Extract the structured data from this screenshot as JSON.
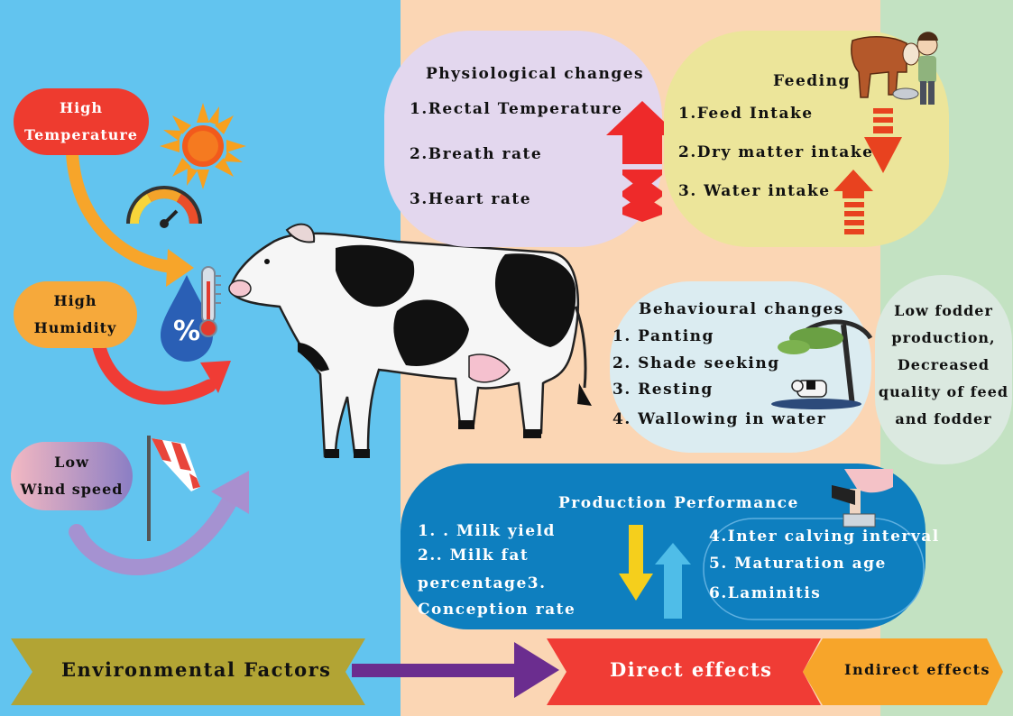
{
  "env": {
    "high_temp": [
      "High",
      "Temperature"
    ],
    "high_humidity": [
      "High",
      "Humidity"
    ],
    "low_wind": [
      "Low",
      "Wind speed"
    ],
    "humidity_symbol": "%"
  },
  "physio": {
    "title": "Physiological changes",
    "items": [
      "1.Rectal Temperature",
      "2.Breath rate",
      "3.Heart rate"
    ]
  },
  "feeding": {
    "title": "Feeding",
    "items": [
      "1.Feed Intake",
      "2.Dry matter intake",
      "3.  Water intake"
    ]
  },
  "behaviour": {
    "title": "Behavioural  changes",
    "items": [
      "1.  Panting",
      "2.  Shade seeking",
      "3.  Resting",
      "4.  Wallowing  in   water"
    ]
  },
  "fodder": {
    "lines": [
      "Low fodder",
      "production,",
      "Decreased",
      "quality  of feed",
      "and fodder"
    ]
  },
  "production": {
    "title": "Production  Performance",
    "left": [
      "1. . Milk yield",
      "2.. Milk   fat",
      "percentage3.",
      "Conception  rate"
    ],
    "right": [
      "4.Inter calving interval",
      "5.  Maturation age",
      "6.Laminitis"
    ]
  },
  "bottom": {
    "env_factors": "Environmental Factors",
    "direct": "Direct effects",
    "indirect": "Indirect  effects"
  },
  "colors": {
    "left_bg": "#62c4ef",
    "middle_bg": "#fbd6b4",
    "right_bg": "#c3e2c2",
    "red": "#f03c35",
    "orange": "#f7a52a",
    "olive": "#b2a434",
    "purple": "#6b2d8f",
    "production_blue": "#0e7fbf"
  }
}
